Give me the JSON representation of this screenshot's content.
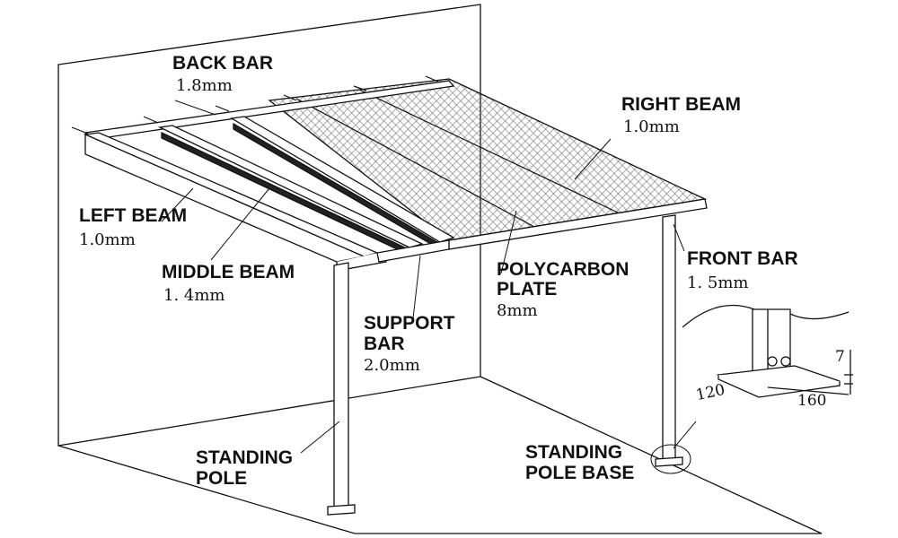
{
  "labels": {
    "back_bar": {
      "name": "BACK BAR",
      "spec": "1.8mm"
    },
    "right_beam": {
      "name": "RIGHT BEAM",
      "spec": "1.0mm"
    },
    "left_beam": {
      "name": "LEFT BEAM",
      "spec": "1.0mm"
    },
    "middle_beam": {
      "name": "MIDDLE BEAM",
      "spec": "1. 4mm"
    },
    "polycarbon_plate": {
      "name_line1": "POLYCARBON",
      "name_line2": "PLATE",
      "spec": "8mm"
    },
    "front_bar": {
      "name": "FRONT BAR",
      "spec": "1. 5mm"
    },
    "support_bar": {
      "name_line1": "SUPPORT",
      "name_line2": "BAR",
      "spec": "2.0mm"
    },
    "standing_pole": {
      "name_line1": "STANDING",
      "name_line2": "POLE"
    },
    "standing_pole_base": {
      "name_line1": "STANDING",
      "name_line2": "POLE BASE"
    }
  },
  "dimensions": {
    "base_width": "120",
    "base_length": "160",
    "base_plate_thickness": "7"
  }
}
